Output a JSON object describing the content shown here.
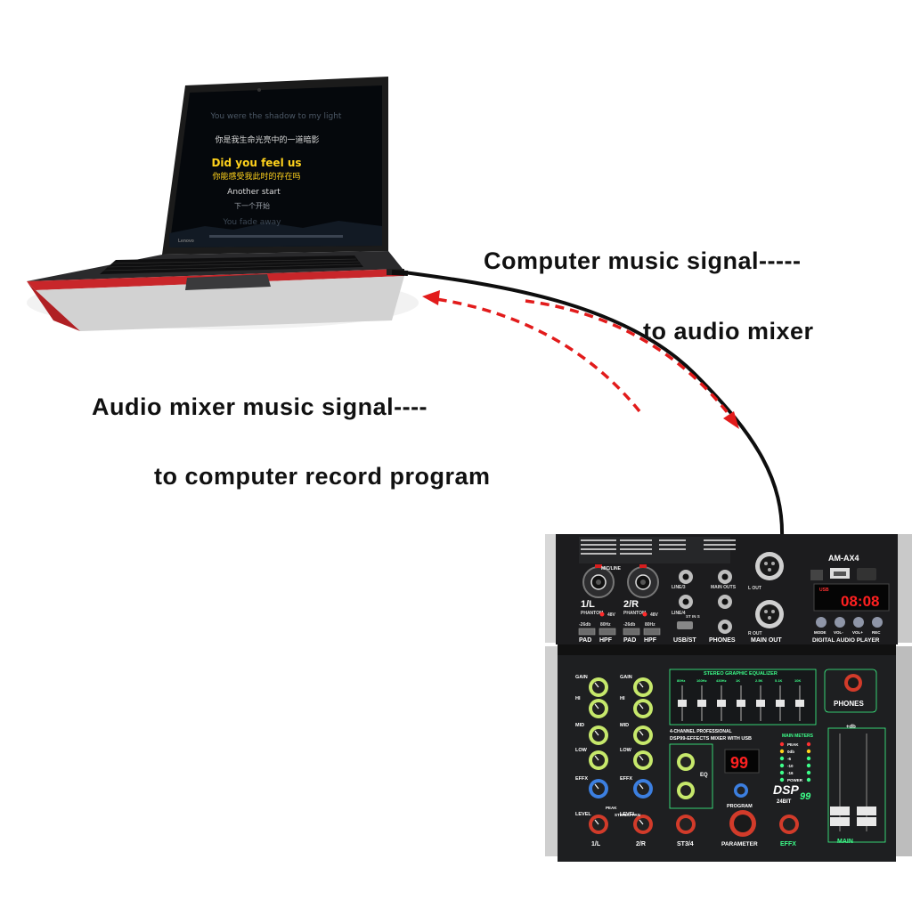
{
  "captions": {
    "computer_to_mixer_line1": "Computer music signal-----",
    "computer_to_mixer_line2": "to audio mixer",
    "mixer_to_computer_line1": "Audio mixer music signal----",
    "mixer_to_computer_line2": "to computer record program"
  },
  "laptop": {
    "brand": "Lenovo",
    "lyrics": [
      "You were the shadow to my light",
      "你是我生命光亮中的一道暗影",
      "Did you feel us",
      "你能感受我此时的存在吗",
      "Another start",
      "下一个开始",
      "You fade away"
    ]
  },
  "mixer": {
    "model": "AM-AX4",
    "display": "08:08",
    "display_prefix": "USB",
    "channel_labels": [
      "1/L",
      "2/R"
    ],
    "phantom_label": "PHANTOM",
    "v48_label": "48V",
    "pad_label": "PAD",
    "hpf_label": "HPF",
    "pad_value": "-26db",
    "hpf_value": "80Hz",
    "mic_line_label": "MIC/LINE",
    "line_labels": [
      "LINE/3",
      "LINE/4"
    ],
    "st_label": "ST IN S",
    "usb_st_label": "USB/ST",
    "phones_label": "PHONES",
    "main_outs_label": "MAIN OUTS",
    "main_out_label": "MAIN OUT",
    "l_out": "L OUT",
    "r_out": "R OUT",
    "dap_label": "DIGITAL AUDIO PLAYER",
    "dap_buttons": [
      "MODE",
      "VOL-",
      "VOL+",
      "REC"
    ],
    "eq_title": "STEREO GRAPHIC EQUALIZER",
    "eq_bands": [
      "80Hz",
      "160Hz",
      "430Hz",
      "1K",
      "2.5K",
      "5.1K",
      "10K"
    ],
    "channel_type": "4-CHANNEL PROFESSIONAL",
    "product_line": "DSP99-EFFECTS MIXER WITH USB",
    "knob_labels": [
      "GAIN",
      "HI",
      "MID",
      "LOW",
      "EFFX",
      "LEVEL"
    ],
    "eq_label": "EQ",
    "peak_label": "PEAK",
    "stereo_pan_label": "STEREO PAN",
    "fx_display": "99",
    "program_label": "PROGRAM",
    "parameter_label": "PARAMETER",
    "level_labels": [
      "1/L",
      "2/R",
      "ST3/4",
      "EFFX"
    ],
    "dsp_badge": "DSP",
    "dsp_number": "99",
    "bit_label": "24BIT",
    "main_meters": "MAIN METERS",
    "meter_labels": [
      "PEAK",
      "0db",
      "-6",
      "-10",
      "-16",
      "POWER"
    ],
    "main_label": "MAIN",
    "db_label": "+db"
  },
  "colors": {
    "arrow_red": "#e21b1b",
    "laptop_red_trim": "#c8262a",
    "mixer_green": "#3dff8a",
    "display_red": "#ff2020"
  }
}
